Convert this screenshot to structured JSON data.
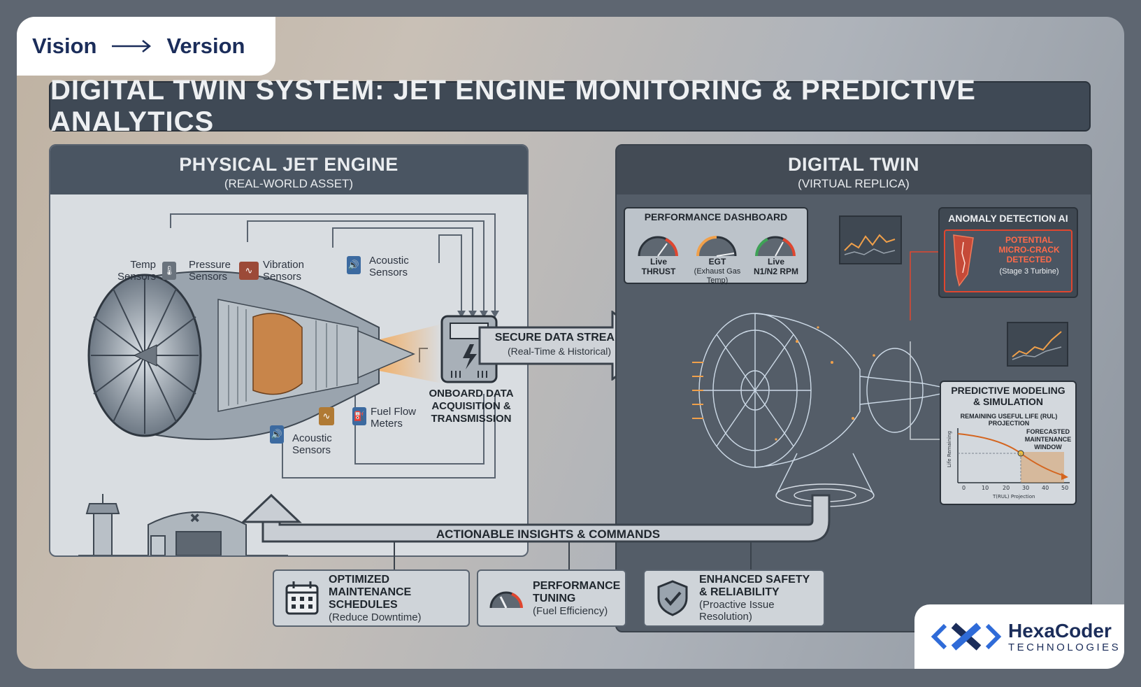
{
  "brand_top": {
    "left": "Vision",
    "right": "Version"
  },
  "title": "Digital Twin System: Jet Engine Monitoring & Predictive Analytics",
  "physical": {
    "title": "Physical Jet Engine",
    "subtitle": "(Real-World Asset)",
    "sensors": {
      "temp": "Temp\nSensors",
      "pressure": "Pressure\nSensors",
      "vibration": "Vibration\nSensors",
      "acoustic_top": "Acoustic\nSensors",
      "acoustic_bottom": "Acoustic\nSensors",
      "fuel": "Fuel Flow\nMeters"
    },
    "daq": "Onboard Data\nAcquisition &\nTransmission"
  },
  "stream": {
    "title": "Secure Data Stream",
    "subtitle": "(Real-Time & Historical)"
  },
  "twin": {
    "title": "Digital Twin",
    "subtitle": "(Virtual Replica)",
    "dashboard": {
      "title": "Performance Dashboard",
      "gauges": [
        {
          "line1": "Live",
          "line2": "THRUST"
        },
        {
          "line1": "EGT",
          "line2": "(Exhaust Gas Temp)"
        },
        {
          "line1": "Live",
          "line2": "N1/N2 RPM"
        }
      ]
    },
    "anomaly": {
      "title": "Anomaly Detection AI",
      "alert": "Potential\nMicro-Crack\nDetected",
      "location": "(Stage 3 Turbine)"
    },
    "predictive": {
      "title": "Predictive Modeling\n& Simulation",
      "chart_title": "Remaining Useful Life (RUL) Projection",
      "callout": "Forecasted\nMaintenance\nWindow",
      "ylabel": "Life Remaining",
      "xlabel": "T(RUL) Projection",
      "x_ticks": [
        "0",
        "10",
        "20",
        "30",
        "40",
        "50"
      ]
    }
  },
  "insights": "Actionable Insights & Commands",
  "outcomes": [
    {
      "title": "Optimized Maintenance\nSchedules",
      "sub": "(Reduce Downtime)",
      "icon": "calendar-icon"
    },
    {
      "title": "Performance\nTuning",
      "sub": "(Fuel Efficiency)",
      "icon": "gauge-icon"
    },
    {
      "title": "Enhanced Safety\n& Reliability",
      "sub": "(Proactive Issue Resolution)",
      "icon": "shield-check-icon"
    }
  ],
  "brand_bottom": {
    "name": "HexaCoder",
    "sub": "Technologies"
  },
  "colors": {
    "navy": "#1b2d5a",
    "alert": "#e0462f",
    "accent_orange": "#f0a04a",
    "panel_dark": "#545d68"
  }
}
